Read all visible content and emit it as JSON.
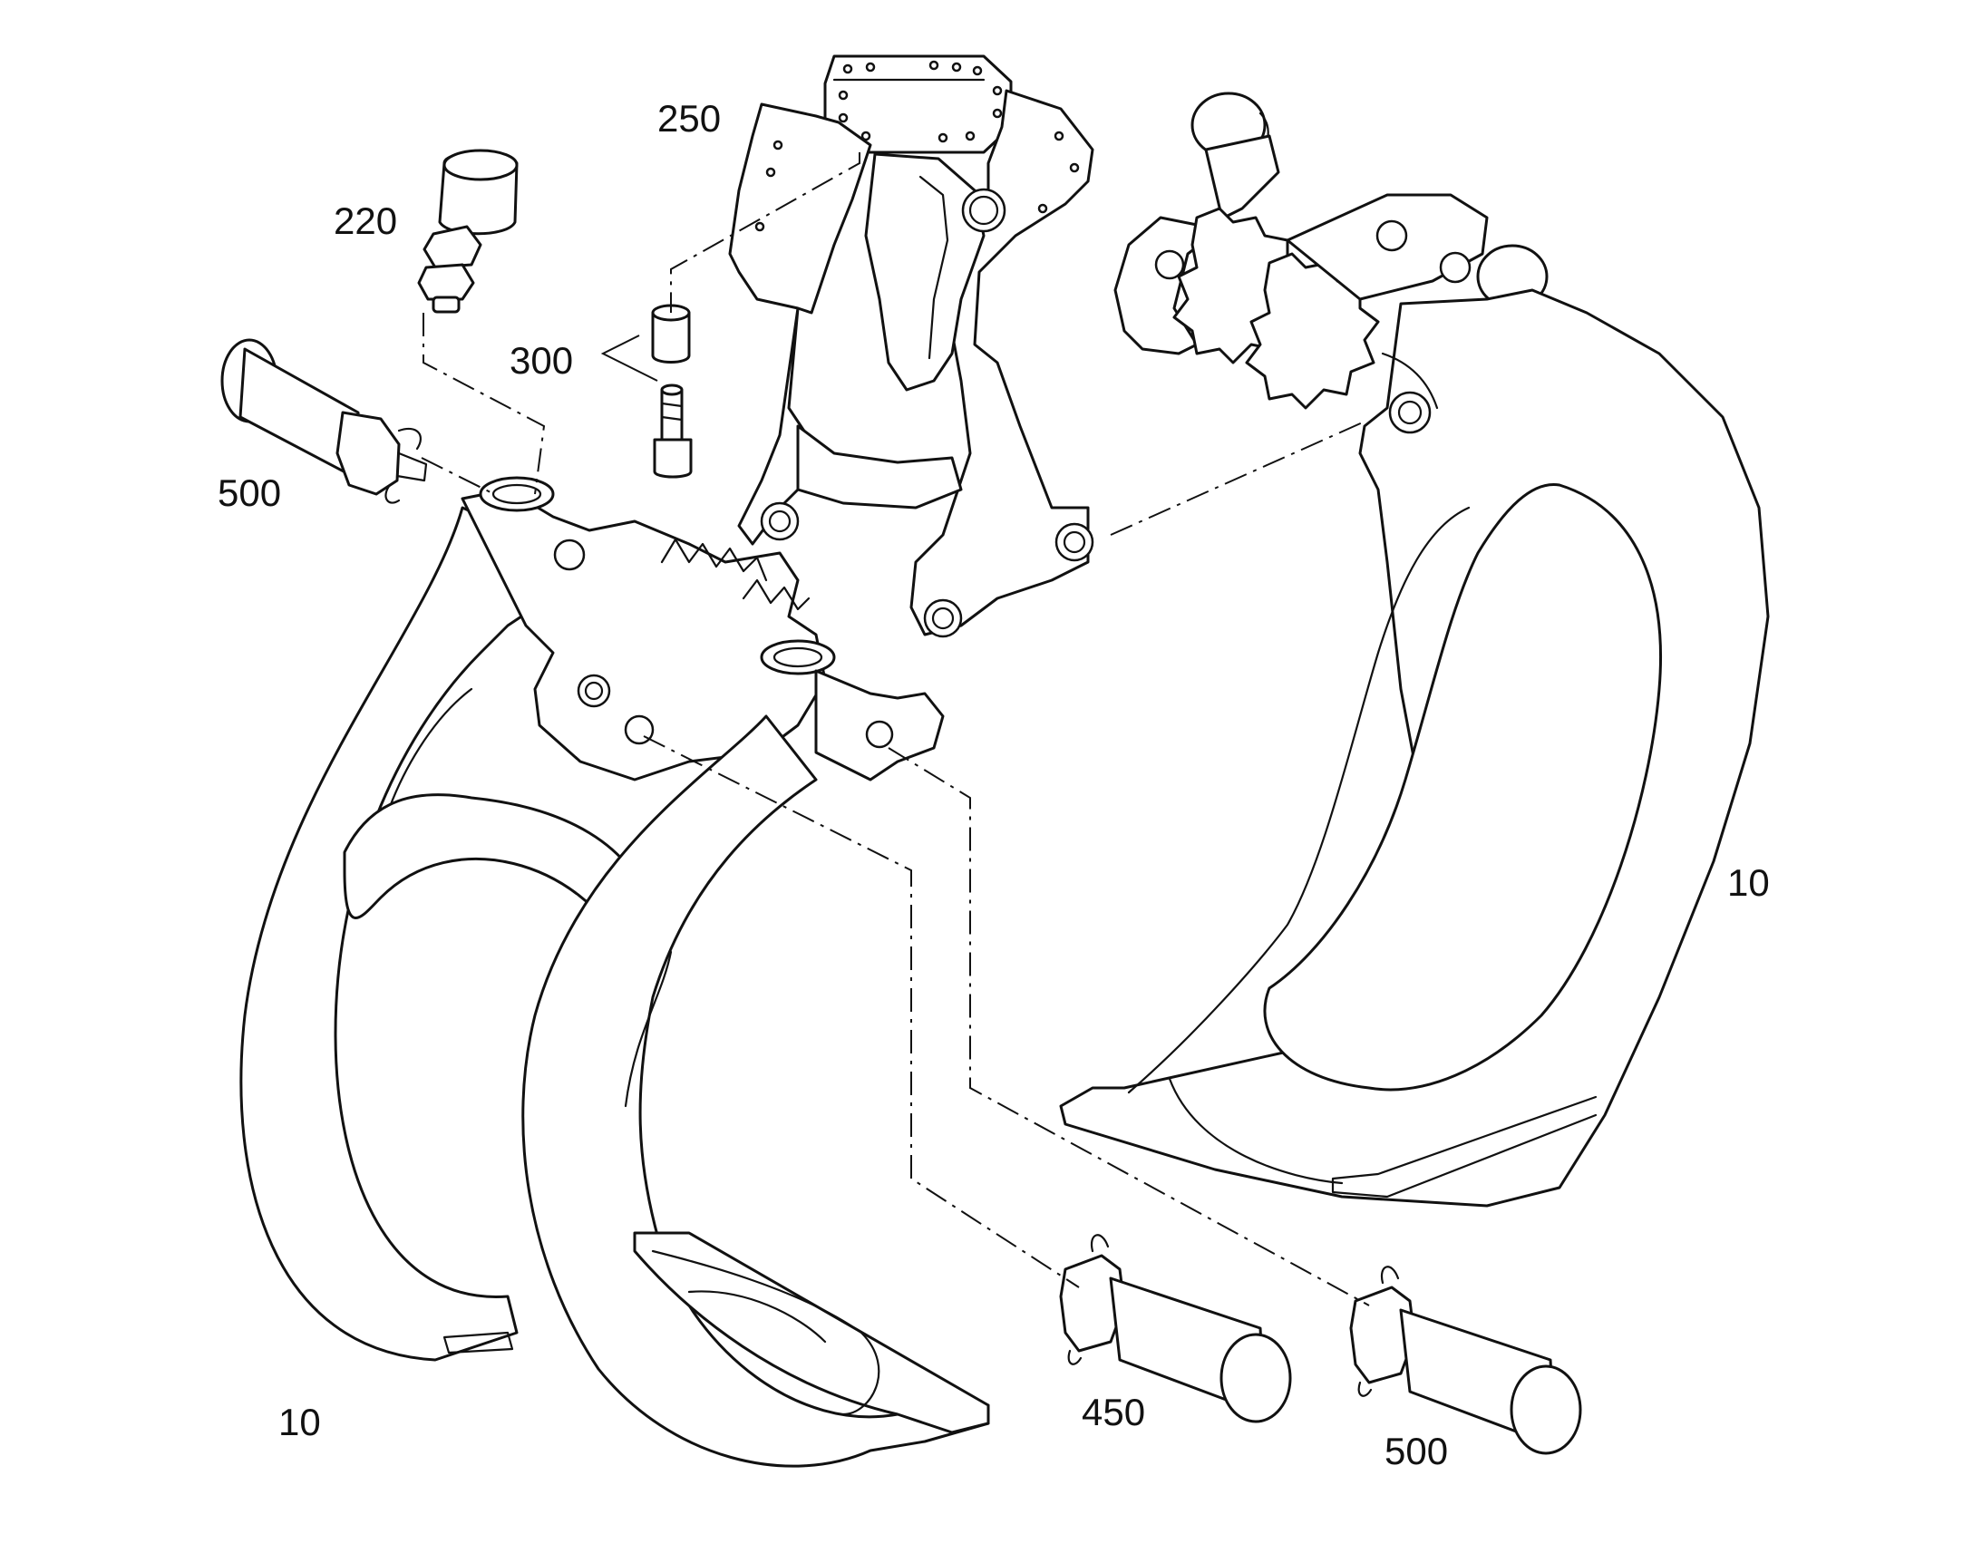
{
  "callouts": {
    "c250": "250",
    "c220": "220",
    "c300": "300",
    "c500_top": "500",
    "c10_right": "10",
    "c10_left": "10",
    "c450": "450",
    "c500_bottom": "500"
  },
  "colors": {
    "ink": "#111111",
    "paper": "#ffffff"
  }
}
